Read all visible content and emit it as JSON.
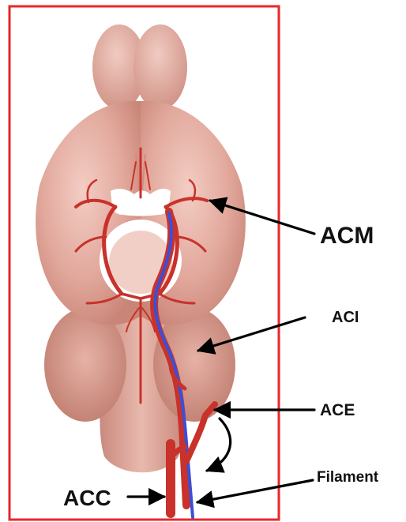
{
  "labels": {
    "acm": "ACM",
    "aci": "ACI",
    "ace": "ACE",
    "acc": "ACC",
    "filament": "Filament"
  },
  "colors": {
    "frame": "#e8262a",
    "brain": "#e3aba0",
    "artery": "#c8322a",
    "filament": "#3b4fd6",
    "arrow": "#000000"
  }
}
